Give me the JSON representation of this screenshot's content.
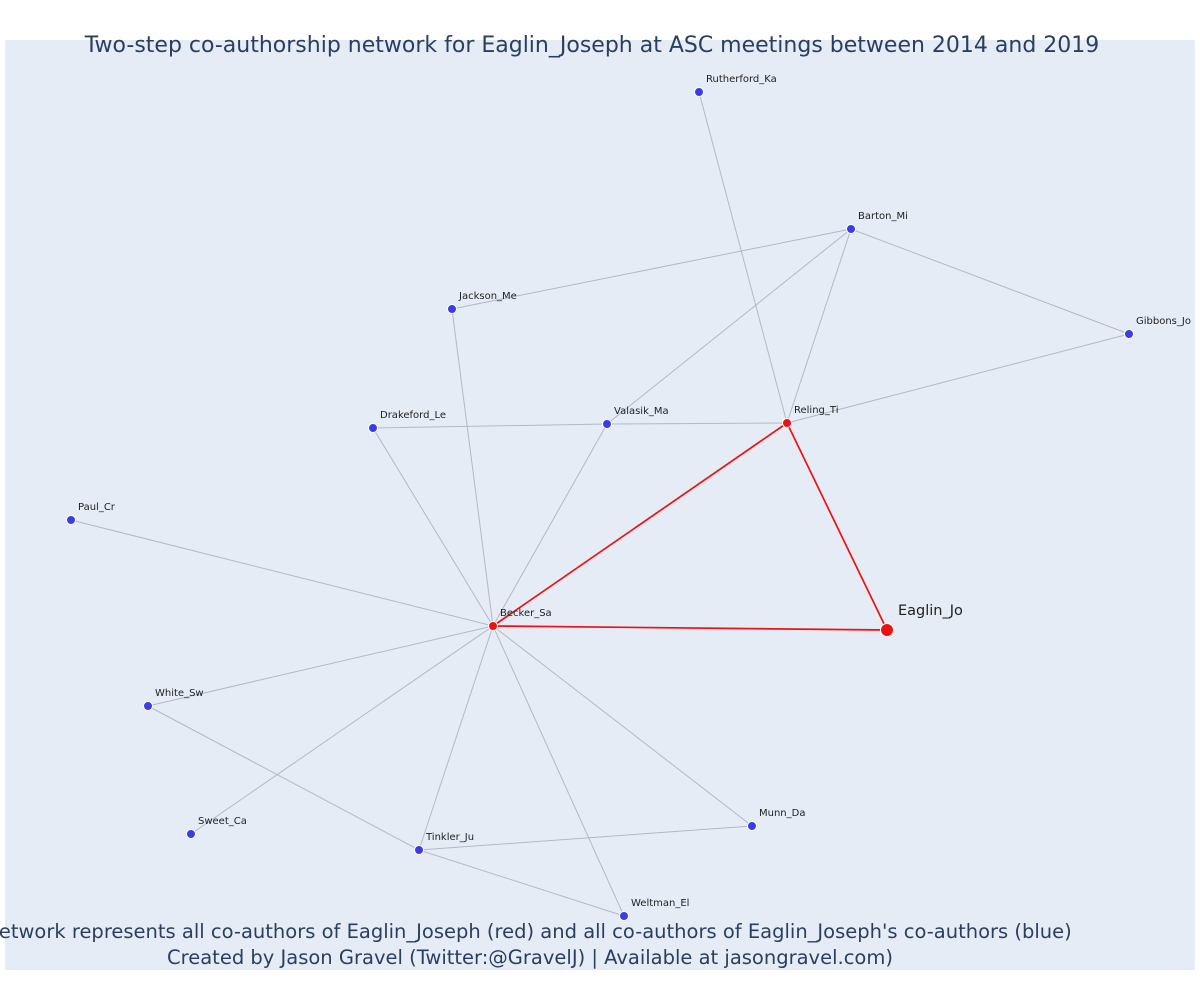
{
  "title": "Two-step co-authorship network for Eaglin_Joseph at ASC meetings between 2014 and 2019",
  "caption": {
    "line1": "Network represents all co-authors of Eaglin_Joseph (red) and all co-authors of Eaglin_Joseph's co-authors (blue)",
    "line2": "Created by Jason Gravel (Twitter:@GravelJ) | Available at jasongravel.com)"
  },
  "colors": {
    "plot_background": "#e5ecf6",
    "title_text": "#2a3f5f",
    "direct_coauthor": "#ee1111",
    "second_step_coauthor": "#3c3ce6",
    "edge_default": "#b4b8c6",
    "edge_focal": "#ee1111"
  },
  "network": {
    "focal_author": "Eaglin_Jo",
    "nodes": [
      {
        "id": "eaglin_jo",
        "label": "Eaglin_Jo",
        "group": "focal"
      },
      {
        "id": "becker_sa",
        "label": "Becker_Sa",
        "group": "direct"
      },
      {
        "id": "reling_ti",
        "label": "Reling_Ti",
        "group": "direct"
      },
      {
        "id": "rutherford_ka",
        "label": "Rutherford_Ka",
        "group": "second"
      },
      {
        "id": "barton_mi",
        "label": "Barton_Mi",
        "group": "second"
      },
      {
        "id": "gibbons_jo",
        "label": "Gibbons_Jo",
        "group": "second"
      },
      {
        "id": "jackson_me",
        "label": "Jackson_Me",
        "group": "second"
      },
      {
        "id": "drakeford_le",
        "label": "Drakeford_Le",
        "group": "second"
      },
      {
        "id": "valasik_ma",
        "label": "Valasik_Ma",
        "group": "second"
      },
      {
        "id": "paul_cr",
        "label": "Paul_Cr",
        "group": "second"
      },
      {
        "id": "white_sw",
        "label": "White_Sw",
        "group": "second"
      },
      {
        "id": "sweet_ca",
        "label": "Sweet_Ca",
        "group": "second"
      },
      {
        "id": "tinkler_ju",
        "label": "Tinkler_Ju",
        "group": "second"
      },
      {
        "id": "munn_da",
        "label": "Munn_Da",
        "group": "second"
      },
      {
        "id": "weltman_el",
        "label": "Weltman_El",
        "group": "second"
      }
    ],
    "edges": [
      {
        "source": "eaglin_jo",
        "target": "becker_sa",
        "type": "focal"
      },
      {
        "source": "eaglin_jo",
        "target": "reling_ti",
        "type": "focal"
      },
      {
        "source": "becker_sa",
        "target": "reling_ti",
        "type": "focal"
      },
      {
        "source": "reling_ti",
        "target": "rutherford_ka",
        "type": "default"
      },
      {
        "source": "reling_ti",
        "target": "barton_mi",
        "type": "default"
      },
      {
        "source": "reling_ti",
        "target": "gibbons_jo",
        "type": "default"
      },
      {
        "source": "reling_ti",
        "target": "valasik_ma",
        "type": "default"
      },
      {
        "source": "barton_mi",
        "target": "jackson_me",
        "type": "default"
      },
      {
        "source": "barton_mi",
        "target": "gibbons_jo",
        "type": "default"
      },
      {
        "source": "barton_mi",
        "target": "valasik_ma",
        "type": "default"
      },
      {
        "source": "valasik_ma",
        "target": "drakeford_le",
        "type": "default"
      },
      {
        "source": "becker_sa",
        "target": "jackson_me",
        "type": "default"
      },
      {
        "source": "becker_sa",
        "target": "drakeford_le",
        "type": "default"
      },
      {
        "source": "becker_sa",
        "target": "valasik_ma",
        "type": "default"
      },
      {
        "source": "becker_sa",
        "target": "paul_cr",
        "type": "default"
      },
      {
        "source": "becker_sa",
        "target": "white_sw",
        "type": "default"
      },
      {
        "source": "becker_sa",
        "target": "sweet_ca",
        "type": "default"
      },
      {
        "source": "becker_sa",
        "target": "tinkler_ju",
        "type": "default"
      },
      {
        "source": "becker_sa",
        "target": "weltman_el",
        "type": "default"
      },
      {
        "source": "becker_sa",
        "target": "munn_da",
        "type": "default"
      },
      {
        "source": "white_sw",
        "target": "tinkler_ju",
        "type": "default"
      },
      {
        "source": "tinkler_ju",
        "target": "munn_da",
        "type": "default"
      },
      {
        "source": "tinkler_ju",
        "target": "weltman_el",
        "type": "default"
      }
    ]
  }
}
